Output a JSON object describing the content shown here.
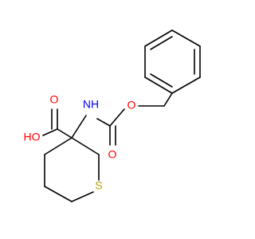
{
  "molecule": {
    "atoms": {
      "nh": {
        "text": "NH",
        "color": "#0000ff"
      },
      "ester_o": {
        "text": "O",
        "color": "#ff0000"
      },
      "carbonyl_o_carbamate": {
        "text": "O",
        "color": "#ff0000"
      },
      "carbonyl_o_acid": {
        "text": "O",
        "color": "#ff0000"
      },
      "hydroxyl": {
        "text": "HO",
        "color": "#ff0000"
      },
      "sulfur": {
        "text": "S",
        "color": "#b8a000"
      }
    },
    "bond_color": "#000000"
  }
}
